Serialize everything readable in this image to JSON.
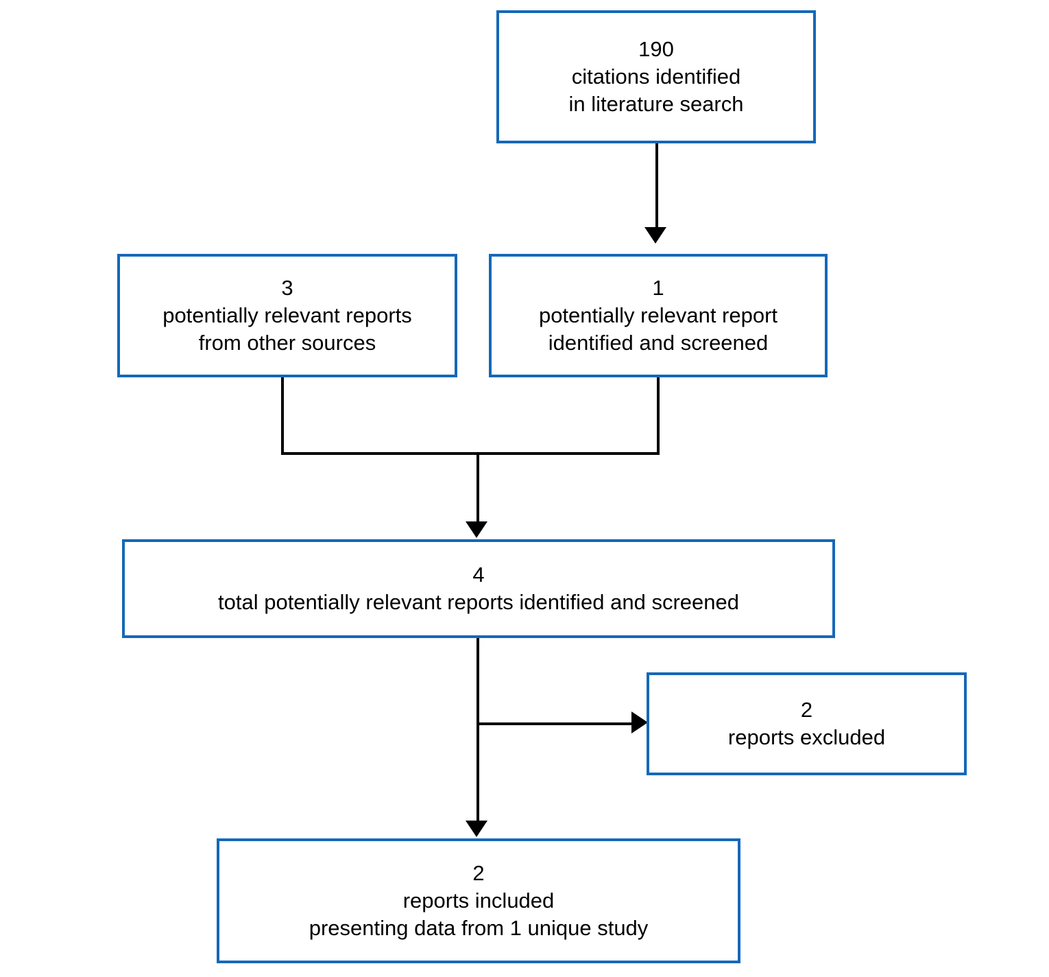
{
  "diagram": {
    "type": "prisma-flow-diagram",
    "accent_color": "#1568b8",
    "connector_color": "#000000",
    "background_color": "#ffffff",
    "boxes": [
      {
        "id": "identified",
        "count": "190",
        "lines": [
          "citations identified",
          "in literature search"
        ]
      },
      {
        "id": "other_sources",
        "count": "3",
        "lines": [
          "potentially relevant reports",
          "from other sources"
        ]
      },
      {
        "id": "screened",
        "count": "1",
        "lines": [
          "potentially relevant report",
          "identified and screened"
        ]
      },
      {
        "id": "total",
        "count": "4",
        "lines": [
          "total potentially relevant reports identified and screened"
        ]
      },
      {
        "id": "excluded",
        "count": "2",
        "lines": [
          "reports excluded"
        ]
      },
      {
        "id": "included",
        "count": "2",
        "lines": [
          "reports included",
          "presenting data from 1 unique study"
        ]
      }
    ]
  }
}
